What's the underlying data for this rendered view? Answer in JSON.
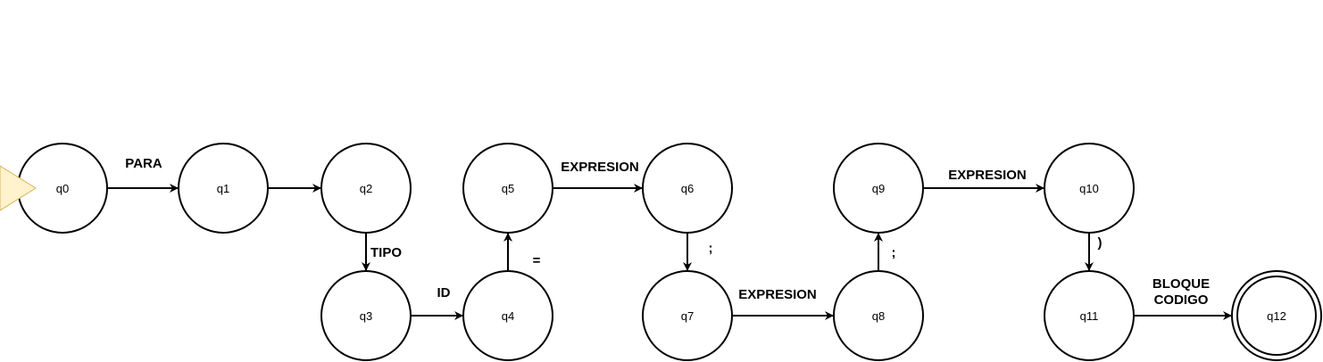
{
  "states": [
    {
      "id": "q0",
      "label": "q0",
      "initial": true
    },
    {
      "id": "q1",
      "label": "q1"
    },
    {
      "id": "q2",
      "label": "q2"
    },
    {
      "id": "q3",
      "label": "q3"
    },
    {
      "id": "q4",
      "label": "q4"
    },
    {
      "id": "q5",
      "label": "q5"
    },
    {
      "id": "q6",
      "label": "q6"
    },
    {
      "id": "q7",
      "label": "q7"
    },
    {
      "id": "q8",
      "label": "q8"
    },
    {
      "id": "q9",
      "label": "q9"
    },
    {
      "id": "q10",
      "label": "q10"
    },
    {
      "id": "q11",
      "label": "q11"
    },
    {
      "id": "q12",
      "label": "q12",
      "accepting": true
    }
  ],
  "transitions": [
    {
      "from": "q0",
      "to": "q1",
      "label": "PARA"
    },
    {
      "from": "q1",
      "to": "q2",
      "label": ""
    },
    {
      "from": "q2",
      "to": "q3",
      "label": "TIPO"
    },
    {
      "from": "q3",
      "to": "q4",
      "label": "ID"
    },
    {
      "from": "q4",
      "to": "q5",
      "label": "="
    },
    {
      "from": "q5",
      "to": "q6",
      "label": "EXPRESION"
    },
    {
      "from": "q6",
      "to": "q7",
      "label": ";"
    },
    {
      "from": "q7",
      "to": "q8",
      "label": "EXPRESION"
    },
    {
      "from": "q8",
      "to": "q9",
      "label": ";"
    },
    {
      "from": "q9",
      "to": "q10",
      "label": "EXPRESION"
    },
    {
      "from": "q10",
      "to": "q11",
      "label": ")"
    },
    {
      "from": "q11",
      "to": "q12",
      "label": [
        "BLOQUE",
        "CODIGO"
      ]
    }
  ],
  "colors": {
    "stroke": "#000000",
    "fill": "#ffffff",
    "initial_marker_fill": "#fff2cc",
    "initial_marker_stroke": "#d6b656"
  }
}
